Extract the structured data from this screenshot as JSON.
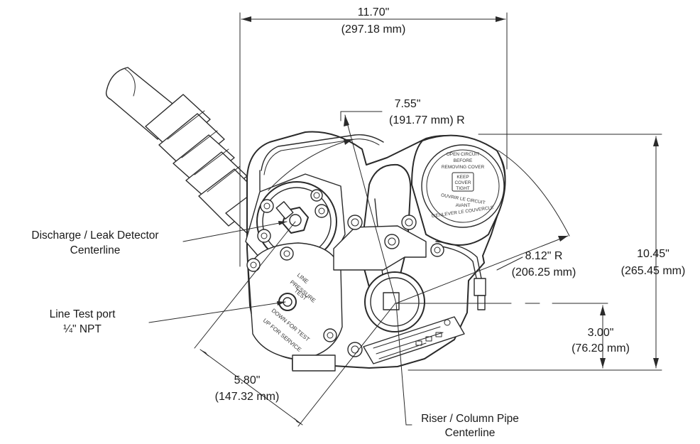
{
  "dimensions": {
    "width_in": "11.70\"",
    "width_mm": "(297.18 mm)",
    "radius1_in": "7.55\"",
    "radius1_mm": "(191.77 mm) R",
    "radius2_in": "8.12\" R",
    "radius2_mm": "(206.25 mm)",
    "height_in": "10.45\"",
    "height_mm": "(265.45 mm)",
    "offset_in": "3.00\"",
    "offset_mm": "(76.20 mm)",
    "diag_in": "5.80\"",
    "diag_mm": "(147.32 mm)"
  },
  "callouts": {
    "discharge_line1": "Discharge / Leak Detector",
    "discharge_line2": "Centerline",
    "linetest_line1": "Line Test port",
    "linetest_line2": "¼\" NPT",
    "riser_line1": "Riser / Column Pipe",
    "riser_line2": "Centerline"
  },
  "cover_labels": {
    "warn_line1": "OPEN CIRCUIT",
    "warn_line2": "BEFORE",
    "warn_line3": "REMOVING COVER",
    "keep_line1": "KEEP",
    "keep_line2": "COVER",
    "keep_line3": "TIGHT",
    "fr_line1": "OUVRIR LE CIRCUIT",
    "fr_line2": "AVANT",
    "fr_line3": "D'ENLEVER LE COUVERCLE"
  },
  "test_labels": {
    "line1": "LINE",
    "line2": "PRESSURE",
    "line3": "TEST",
    "line4": "DOWN FOR TEST",
    "line5": "UP FOR SERVICE"
  }
}
